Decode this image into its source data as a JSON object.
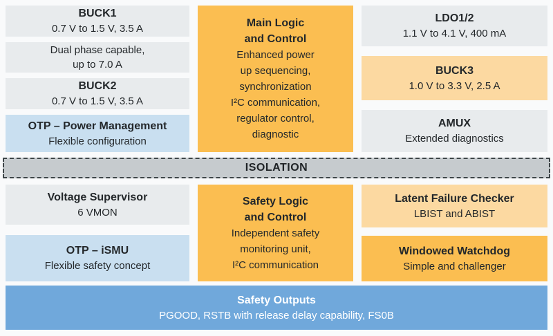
{
  "top": {
    "left": [
      {
        "title": "BUCK1",
        "sub": "0.7 V to 1.5 V, 3.5 A"
      },
      {
        "line1": "Dual phase capable,",
        "line2": "up to 7.0 A"
      },
      {
        "title": "BUCK2",
        "sub": "0.7 V to 1.5 V, 3.5 A"
      },
      {
        "title": "OTP – Power Management",
        "sub": "Flexible configuration"
      }
    ],
    "center": {
      "title1": "Main Logic",
      "title2": "and Control",
      "body": [
        "Enhanced power",
        "up sequencing,",
        "synchronization",
        "I²C communication,",
        "regulator control,",
        "diagnostic"
      ]
    },
    "right": [
      {
        "title": "LDO1/2",
        "sub": "1.1 V to 4.1 V, 400 mA"
      },
      {
        "title": "BUCK3",
        "sub": "1.0 V to 3.3 V, 2.5 A"
      },
      {
        "title": "AMUX",
        "sub": "Extended diagnostics"
      }
    ]
  },
  "isolation": {
    "label": "ISOLATION"
  },
  "bottom": {
    "left": [
      {
        "title": "Voltage Supervisor",
        "sub": "6 VMON"
      },
      {
        "title": "OTP – iSMU",
        "sub": "Flexible safety concept"
      }
    ],
    "center": {
      "title1": "Safety Logic",
      "title2": "and Control",
      "body": [
        "Independent safety",
        "monitoring unit,",
        "I²C communication"
      ]
    },
    "right": [
      {
        "title": "Latent Failure Checker",
        "sub": "LBIST and ABIST"
      },
      {
        "title": "Windowed Watchdog",
        "sub": "Simple and challenger"
      }
    ]
  },
  "safety_outputs": {
    "title": "Safety Outputs",
    "sub": "PGOOD, RSTB with release delay capability, FS0B"
  },
  "colors": {
    "block_gray": "#e8ebed",
    "block_light_blue": "#c9dff0",
    "block_orange": "#fbbe51",
    "block_light_orange": "#fcd9a1",
    "isolation_fill": "#c6cbce",
    "isolation_border": "#3e4548",
    "safety_outputs_blue": "#70a8db",
    "text_dark": "#24282b",
    "text_white": "#ffffff"
  }
}
